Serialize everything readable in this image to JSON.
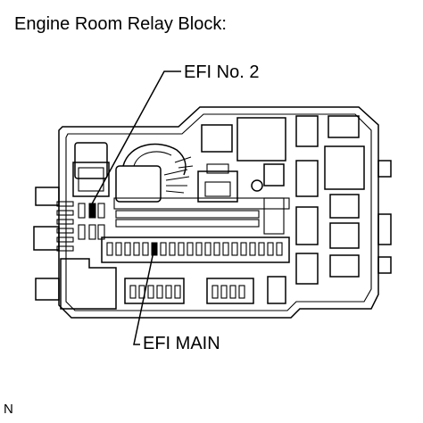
{
  "title": "Engine Room Relay Block:",
  "callouts": {
    "efi_no2": "EFI No. 2",
    "efi_main": "EFI MAIN"
  },
  "corner_mark": "N"
}
